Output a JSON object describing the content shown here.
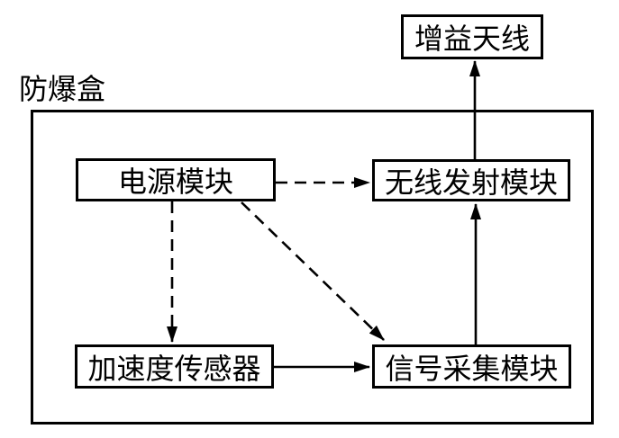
{
  "diagram": {
    "container_label": "防爆盒",
    "nodes": [
      {
        "id": "antenna",
        "label": "增益天线"
      },
      {
        "id": "power",
        "label": "电源模块"
      },
      {
        "id": "transmitter",
        "label": "无线发射模块"
      },
      {
        "id": "sensor",
        "label": "加速度传感器"
      },
      {
        "id": "acquisition",
        "label": "信号采集模块"
      }
    ],
    "connections": [
      {
        "from": "power",
        "to": "transmitter",
        "style": "dashed"
      },
      {
        "from": "power",
        "to": "sensor",
        "style": "dashed"
      },
      {
        "from": "power",
        "to": "acquisition",
        "style": "dashed"
      },
      {
        "from": "sensor",
        "to": "acquisition",
        "style": "solid"
      },
      {
        "from": "acquisition",
        "to": "transmitter",
        "style": "solid"
      },
      {
        "from": "transmitter",
        "to": "antenna",
        "style": "solid"
      }
    ],
    "colors": {
      "line": "#000000",
      "text": "#000000",
      "background": "#ffffff"
    }
  }
}
